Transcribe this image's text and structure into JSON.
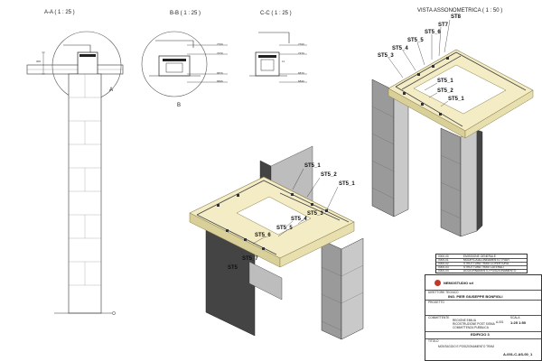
{
  "views": {
    "section_aa": "A-A ( 1 : 25 )",
    "section_bb": "B-B ( 1 : 25 )",
    "section_cc": "C-C ( 1 : 25 )",
    "axonometric": "VISTA ASSONOMETRICA ( 1 : 50 )"
  },
  "section_marks": {
    "a": "A",
    "b": "B"
  },
  "elevations": [
    "7700",
    "7370",
    "6870",
    "6840"
  ],
  "dim_small": [
    "300",
    "30",
    "11"
  ],
  "top_tags": [
    "ST8",
    "ST7",
    "ST5_6",
    "ST5_5",
    "ST5_4",
    "ST5_3",
    "ST5_1",
    "ST5_2",
    "ST5_1"
  ],
  "bottom_tags": [
    "ST5_1",
    "ST5_2",
    "ST5_1",
    "ST5_3",
    "ST5_4",
    "ST5_5",
    "ST5_6",
    "ST5_7",
    "ST5"
  ],
  "revisions": [
    {
      "code": "0000-00",
      "desc": "EMISSIONE GENERALE"
    },
    {
      "code": "0000-01",
      "desc": "MODIFICA ALLINEAMENTO TRAVI"
    },
    {
      "code": "0000-02",
      "desc": "STRUTTURA TRAVI COPERTURA"
    },
    {
      "code": "0000-03",
      "desc": "STRUTTURA TRAVI LATERALI"
    },
    {
      "code": "0000-04",
      "desc": "AGGIORNAMENTO POSIZIONAMENTO"
    }
  ],
  "title_block": {
    "company": "NEMOSTUDIO srl",
    "designer_label": "DIRETTORE TECNICO",
    "designer": "ING. PIER GIUSEPPE BONFIGLI",
    "project_label": "PROGETTO",
    "client_label": "COMMITTENTE",
    "client_lines": [
      "REGIONE EMILIA",
      "RICOSTRUZIONE POST SISMA",
      "COMMITTENZA PUBBLICA"
    ],
    "scale_label": "SCALA",
    "scale": "1:25 1:50",
    "sheet_code": "A-001",
    "building": "EDIFICIO 3",
    "title_label": "TITOLO",
    "title": "MONTAGGIO E POSIZIONAMENTO TRAVI",
    "drawing_no": "A-001-C-AS-00_1"
  },
  "colors": {
    "line": "#222222",
    "slab": "#f3ecc4",
    "slab_edge": "#8b7f4a",
    "wall_light": "#c9c9c9",
    "wall_mid": "#9a9a9a",
    "wall_dark": "#444444",
    "steel": "#555555"
  }
}
